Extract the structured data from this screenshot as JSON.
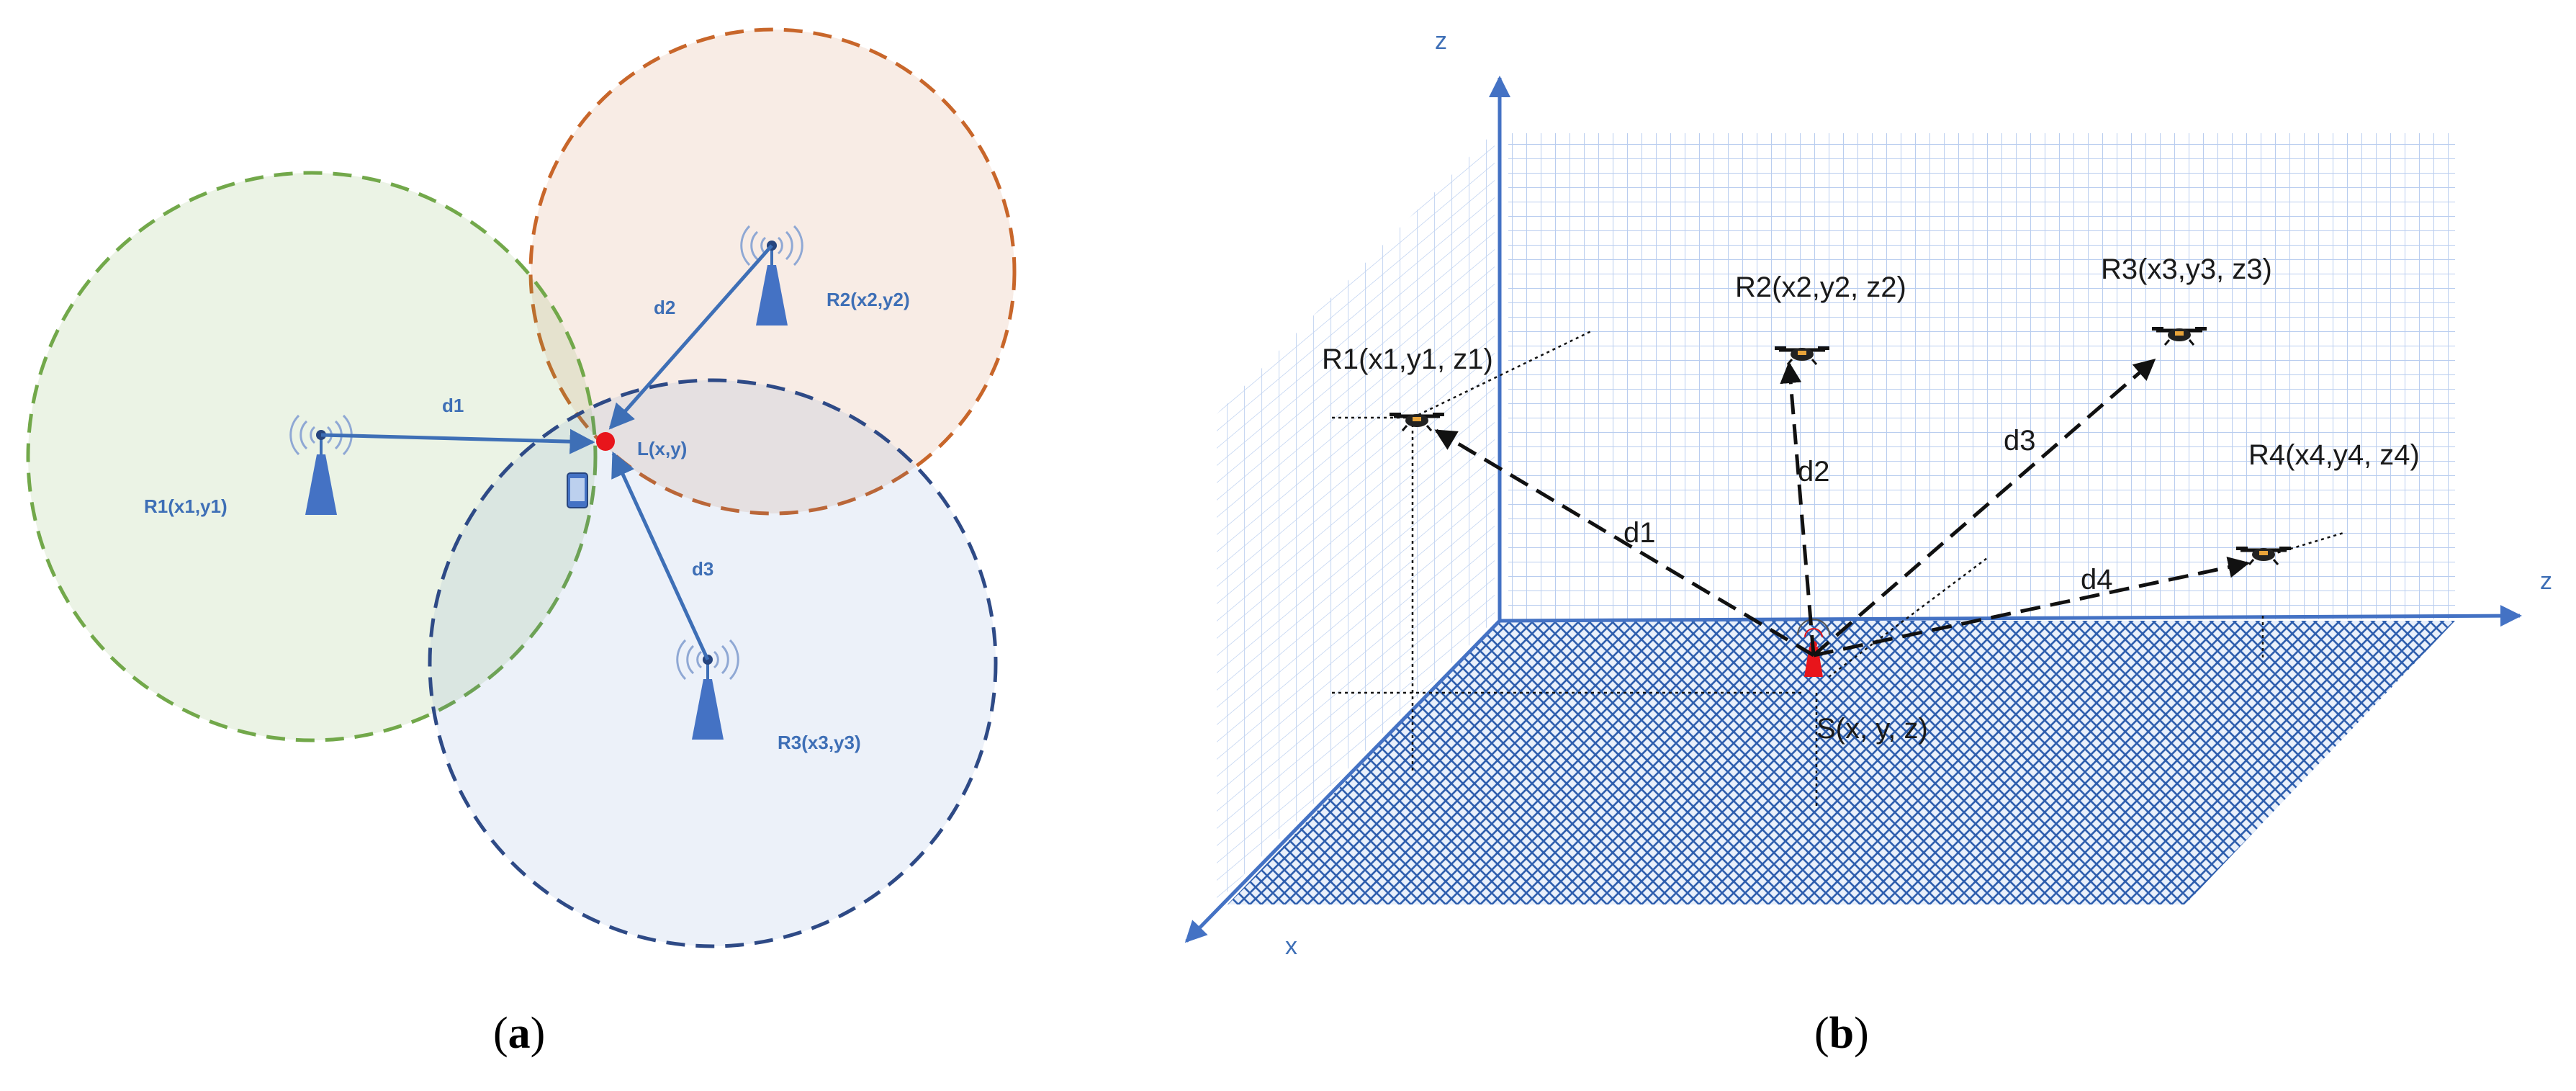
{
  "panel_a": {
    "caption_letter": "a",
    "receivers": [
      {
        "label": "R1(x1,y1)"
      },
      {
        "label": "R2(x2,y2)"
      },
      {
        "label": "R3(x3,y3)"
      }
    ],
    "distances": [
      "d1",
      "d2",
      "d3"
    ],
    "target_label": "L(x,y)",
    "colors": {
      "r1": "#72a84a",
      "r2": "#c8662a",
      "r3": "#2e4a86",
      "arrow": "#3e6fb6"
    }
  },
  "panel_b": {
    "caption_letter": "b",
    "axes": {
      "vertical": "z",
      "horizontal": "z",
      "depth": "x"
    },
    "drones": [
      {
        "label": "R1(x1,y1, z1)"
      },
      {
        "label": "R2(x2,y2, z2)"
      },
      {
        "label": "R3(x3,y3, z3)"
      },
      {
        "label": "R4(x4,y4, z4)"
      }
    ],
    "distances": [
      "d1",
      "d2",
      "d3",
      "d4"
    ],
    "source_label": "S(x, y, z)",
    "colors": {
      "grid": "#b9cdef",
      "axis": "#4472c4",
      "floor": "#2f5fae"
    }
  }
}
